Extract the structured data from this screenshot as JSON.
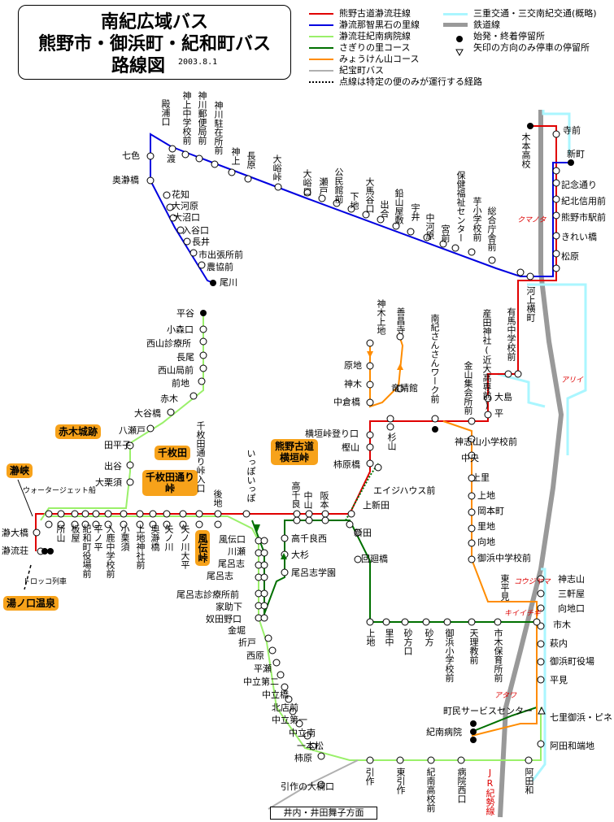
{
  "title": {
    "line1": "南紀広域バス",
    "line2": "熊野市・御浜町・紀和町バス",
    "line3": "路線図",
    "date": "2003.8.1"
  },
  "legend": [
    {
      "label": "熊野古道瀞流荘線",
      "color": "#e00000"
    },
    {
      "label": "瀞流那智黒石の里線",
      "color": "#0000e0"
    },
    {
      "label": "瀞流荘紀南病院線",
      "color": "#9af06a"
    },
    {
      "label": "さぎりの里コース",
      "color": "#007000"
    },
    {
      "label": "みょうけん山コース",
      "color": "#ff8c00"
    },
    {
      "label": "紀宝町バス",
      "color": "#b0b0b0"
    },
    {
      "label": "点線は特定の便のみが運行する経路",
      "color": "#000000"
    },
    {
      "label": "三重交通・三交南紀交通(概略)",
      "color": "#aaf6ff"
    },
    {
      "label": "鉄道線",
      "color": "#999999"
    },
    {
      "label": "始発・終着停留所",
      "color": "#000000"
    },
    {
      "label": "矢印の方向のみ停車の停留所",
      "color": "#000000"
    }
  ],
  "stops": {
    "terasaki": "寺前",
    "kimotokoko": "木本高校",
    "shinmachi": "新町",
    "kinendori": "記念通り",
    "kihokushinkin": "紀北信用前",
    "ekimae": "熊野市駅前",
    "kireibashi": "きれい橋",
    "matsubara": "松原",
    "tonoguchi": "殿浦口",
    "watari": "渡",
    "kamichu": "神上中学校前",
    "kamiyubin": "神川郵便局前",
    "kamichuzai": "神川駐在所前",
    "kamikami": "神上",
    "nagao": "長原",
    "ominezaki": "大峪峠",
    "omineguchi": "大峪口",
    "sedo": "瀬戸",
    "kominkan": "公民館前",
    "shimoji": "下地",
    "omayaguchi": "大馬谷口",
    "dede": "出合",
    "sanagoyashiki": "鉛山屋敷",
    "ujii": "宇井",
    "nakagawara": "中河原",
    "miyamae": "宮前",
    "hoken": "保健福祉センター",
    "imoshou": "芋小学校前",
    "sogo": "総合庁舎前",
    "nanairo": "七色",
    "okudoro": "奥瀞橋",
    "hanachi": "花知",
    "okawara": "大河原",
    "oyaguchi": "大沼口",
    "iriyaguchi": "入谷口",
    "nagai": "長井",
    "shisho": "市出張所前",
    "nokyo": "農協前",
    "okawa": "尾川",
    "hiratani": "平谷",
    "komoriguchi": "小森口",
    "seishinryo": "西山診療所",
    "nagao2": "長尾",
    "seikyoku": "西山局前",
    "maeji": "前地",
    "akagi": "赤木",
    "otanibashi": "大谷橋",
    "hachikido": "八瀬戸",
    "tagako": "田平子",
    "deya": "出谷",
    "okurisu": "大栗須",
    "dorokyo": "瀞峡",
    "watajet": "ウォータージェット船",
    "torokyobashi": "瀞大橋",
    "doryuso": "瀞流荘",
    "torokko": "トロッコ列車",
    "yunokuchi": "湯ノ口温泉",
    "tokoro": "所山",
    "itaya": "板屋",
    "kiwayakuba": "紀和町役場前",
    "hiranohira": "平ノ平",
    "irikagoshu": "入鹿中学校前",
    "koguri": "小栗須",
    "kamijinja": "上地神社前",
    "kozokyo": "奥瀞橋",
    "yanokawa": "矢ノ川",
    "yanokawadaira": "矢ノ川大平",
    "senmaida": "千枚田通り峠入口",
    "goji": "後地",
    "akagijo": "赤木城跡",
    "senmaidatag": "千枚田",
    "senmaidapass": "千枚田通り峠",
    "fufutouge": "風伝峠",
    "kumanokodo": "熊野古道横垣峠",
    "ippoippo": "いっぽいっぽ",
    "takachiyo": "高千良",
    "nakayama": "中山",
    "sakamoto": "阪本",
    "kamishinden": "上新田",
    "eijihouse": "エイジハウス前",
    "shinden": "新田",
    "kaitenbashi": "回廻橋",
    "fudenguchi": "風伝口",
    "kawase": "川瀬",
    "oroshishi": "尾呂志",
    "oroshishi2": "尾呂志",
    "oroshinryo": "尾呂志診療所前",
    "yasuke": "家助下",
    "nutaniguchi": "奴田野口",
    "kanahori": "金堀",
    "takachiyonishi": "高千良西",
    "osugi": "大杉",
    "oroshigakuen": "尾呂志学園",
    "jinkido": "神木上地",
    "eishoji": "善昌寺",
    "haraji": "原地",
    "jingi": "神木",
    "ryoshokan": "竜晴館",
    "nakakurabashi": "中倉橋",
    "yokogakitouge": "横垣峠登り口",
    "kashiyama": "樫山",
    "kakiharabashi": "柿原橋",
    "sugiyama": "杉山",
    "nankisansan": "南紀さんさんワーク前",
    "kawakamiyokocho": "河上横町",
    "arimachu": "有馬中学校前",
    "sanden": "産田神社(近大高専前)",
    "kanayama": "金山集会所前",
    "ojima": "大島",
    "taira": "平",
    "kamishizuyama": "神志山小学校前",
    "chuo": "中央",
    "kamisato": "上里",
    "kamiji": "上地",
    "okamotomachi": "岡本町",
    "satoji": "里地",
    "mukaiji": "向地",
    "mihamachu": "御浜中学校前",
    "higashiheimi": "東平見",
    "kamishizu": "神志山",
    "sangenya": "三軒屋",
    "mukaijiguchi": "向地口",
    "ichiki": "市木",
    "hagiuchi": "萩内",
    "mihamayakuba": "御浜町役場",
    "hirami": "平見",
    "chominservice": "町民サービスセンター",
    "kinanbyoin": "紀南病院",
    "shichiri": "七里御浜・ピネ",
    "atawawa": "阿田和端地",
    "ueji2": "上地",
    "satonaka": "里中",
    "sunagata": "砂方口",
    "sunagata2": "砂方",
    "mihamasho": "御浜小学校前",
    "tenrikyo": "天理教前",
    "ichikihoiku": "市木保育所前",
    "origakubo": "折戸",
    "nishihara": "西原",
    "hirase": "平瀬",
    "nakadachi2": "中立第二",
    "nakadachibashi": "中立橋",
    "kitatenmae": "北店前",
    "nakadachi1": "中立第一",
    "nakadachiminami": "中立南",
    "hitotsumatsu": "一本松",
    "kakihara": "柿原",
    "hikisaku": "引作",
    "higashihikisaku": "東引作",
    "kinankoko": "紀南高校前",
    "byoinnishi": "病院西口",
    "atawa": "阿田和",
    "hikisakuokusu": "引作の大楠口",
    "jrkisei": "JR紀勢線"
  },
  "railmarks": [
    "クマノタ",
    "アリイ",
    "コウジヤマ",
    "キイイチギ",
    "アタワ"
  ],
  "destination": "井内・井田舞子方面"
}
